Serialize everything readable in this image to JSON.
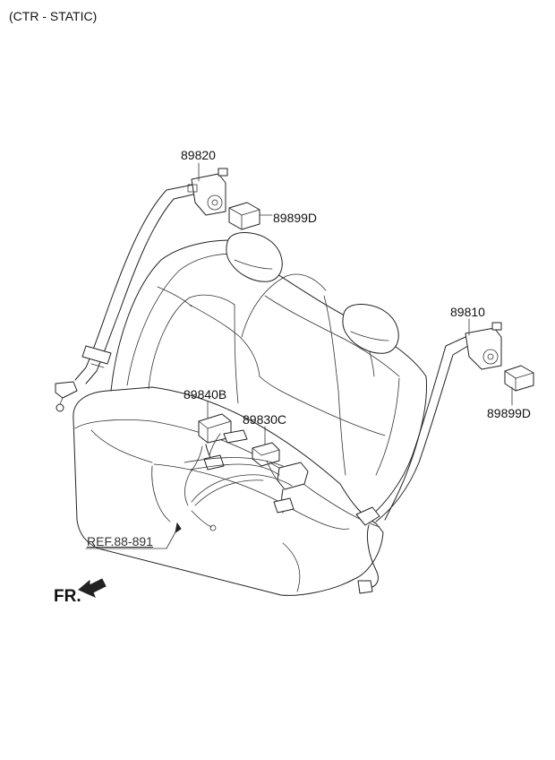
{
  "header": {
    "title": "(CTR - STATIC)"
  },
  "parts": [
    {
      "part_no": "89820"
    },
    {
      "part_no": "89899D"
    },
    {
      "part_no": "89810"
    },
    {
      "part_no": "89899D"
    },
    {
      "part_no": "89840B"
    },
    {
      "part_no": "89830C"
    }
  ],
  "reference": {
    "text": "REF.88-891"
  },
  "orientation": {
    "text": "FR."
  },
  "colors": {
    "line": "#222222",
    "background": "#ffffff"
  }
}
